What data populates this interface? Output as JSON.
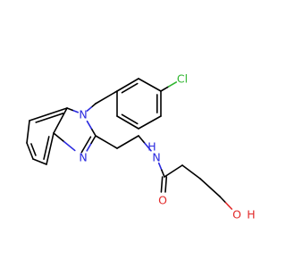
{
  "colors": {
    "bond": "#000000",
    "carbon_label": "#000000",
    "nitrogen": "#2a2adf",
    "oxygen": "#e22a2a",
    "chlorine": "#2fb52f",
    "background": "#ffffff"
  },
  "atom_labels": {
    "chlorine": "Cl",
    "ring_nitrogen_substituted": "N",
    "ring_nitrogen_imine": "N",
    "amide_nitrogen": "N",
    "amide_hydrogen": "H",
    "carbonyl_oxygen": "O",
    "hydroxyl_oxygen": "O",
    "hydroxyl_hydrogen": "H"
  }
}
